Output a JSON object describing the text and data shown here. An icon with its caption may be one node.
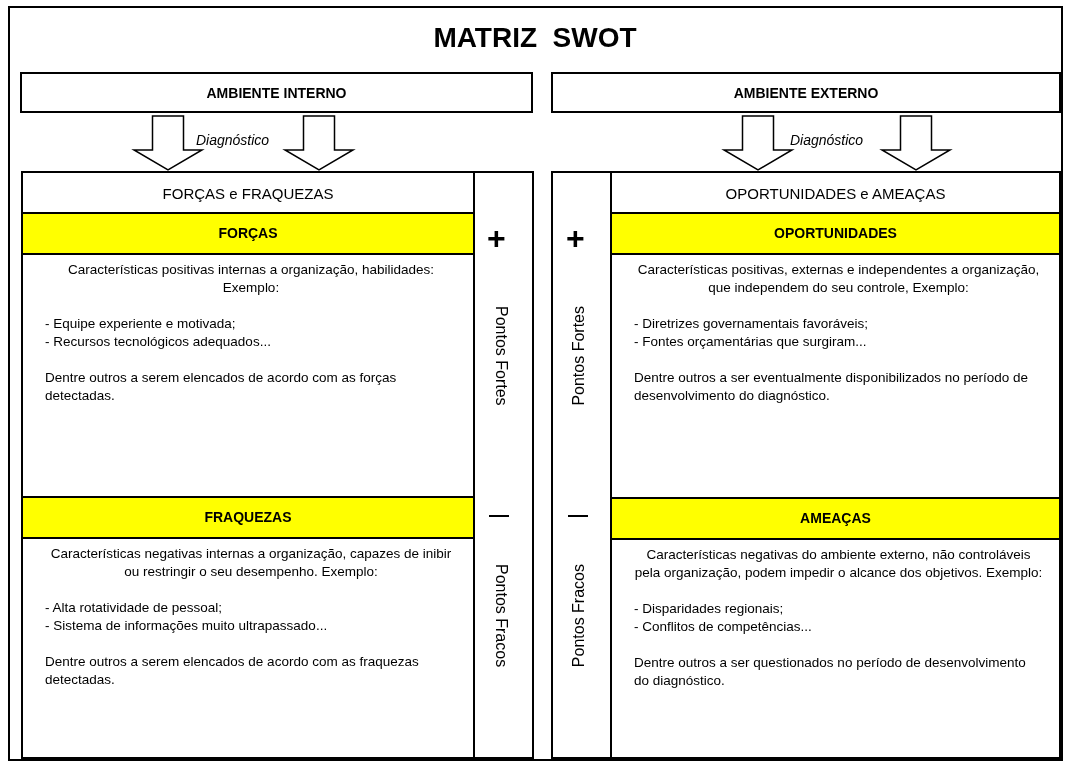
{
  "diagram": {
    "title": "MATRIZ  SWOT",
    "nodes": [
      {
        "text": [
          "AMBIENTE INTERNO"
        ]
      },
      {
        "text": [
          "AMBIENTE EXTERNO"
        ]
      },
      {
        "text": [
          "FORÇAS e FRAQUEZAS"
        ]
      },
      {
        "text": [
          "FORÇAS",
          "Características positivas internas a organização, habilidades: Exemplo:",
          "- Equipe experiente e motivada;",
          "- Recursos tecnológicos adequados...",
          "Dentre outros a serem elencados de acordo com as forças detectadas."
        ],
        "in": 2
      },
      {
        "text": [
          "FRAQUEZAS",
          "Características negativas internas a organização, capazes de inibir ou restringir o seu desempenho. Exemplo:",
          "- Alta rotatividade de pessoal;",
          "- Sistema de informações muito ultrapassado...",
          "Dentre outros a serem elencados de acordo com as fraquezas detectadas."
        ],
        "in": 2
      },
      {
        "text": [
          "OPORTUNIDADES e AMEAÇAS"
        ]
      },
      {
        "text": [
          "OPORTUNIDADES",
          "Características positivas, externas e independentes a organização, que independem do seu controle, Exemplo:",
          "- Diretrizes governamentais favoráveis;",
          "- Fontes orçamentárias que surgiram...",
          "Dentre outros a ser eventualmente disponibilizados  no período de desenvolvimento do diagnóstico."
        ],
        "in": 5
      },
      {
        "text": [
          "AMEAÇAS",
          "Características negativas do ambiente externo, não controláveis pela organização, podem impedir o alcance dos objetivos. Exemplo:",
          "- Disparidades regionais;",
          "- Conflitos de competências...",
          "Dentre outros a ser questionados  no período de desenvolvimento do diagnóstico."
        ],
        "in": 5
      }
    ],
    "edges": [
      {
        "from": 0,
        "to": 2,
        "arrow": "to"
      },
      {
        "from": 0,
        "to": 2,
        "arrow": "to"
      },
      {
        "from": 1,
        "to": 5,
        "arrow": "to"
      },
      {
        "from": 1,
        "to": 5,
        "arrow": "to"
      }
    ],
    "labels": [
      "Diagnóstico",
      "Diagnóstico",
      "+",
      "+",
      "Pontos Fortes",
      "Pontos Fortes",
      "—",
      "—",
      "Pontos Fracos",
      "Pontos Fracos"
    ]
  }
}
